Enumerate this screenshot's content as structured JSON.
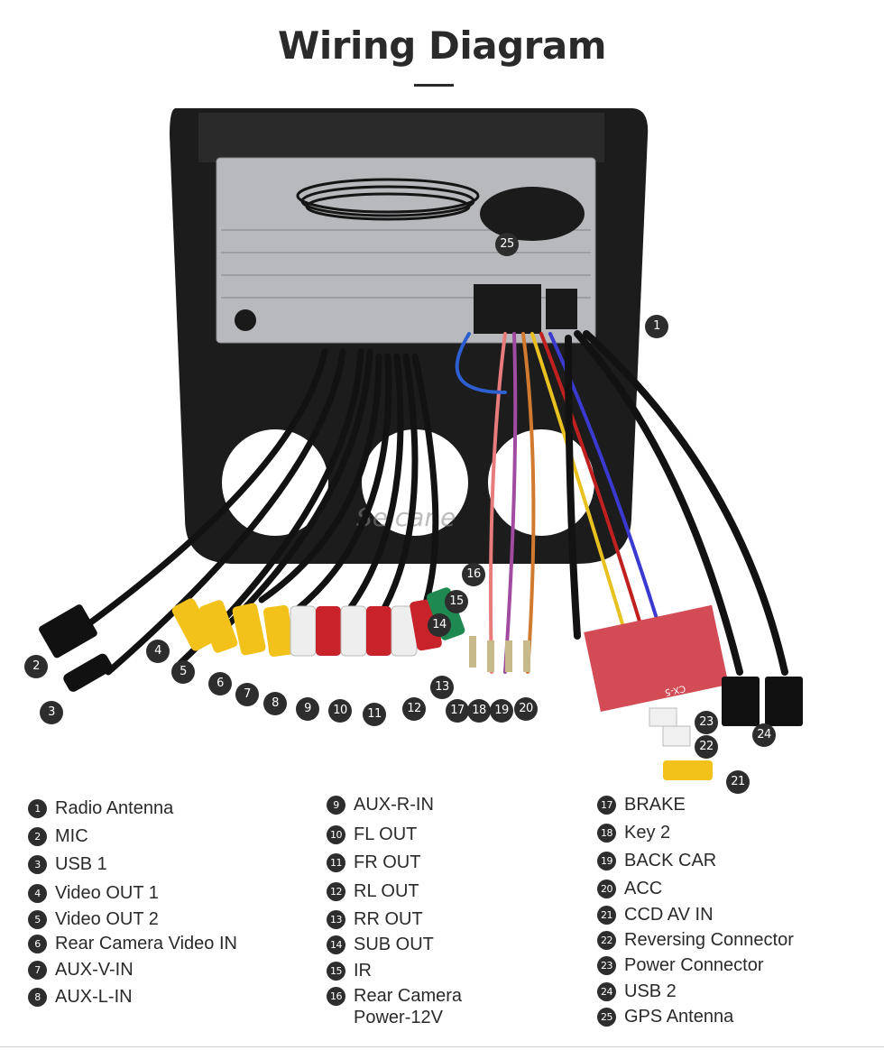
{
  "title": "Wiring Diagram",
  "watermark": "Seicane",
  "box_label": "CX-5",
  "legend": [
    {
      "num": "1",
      "label": "Radio Antenna"
    },
    {
      "num": "2",
      "label": "MIC"
    },
    {
      "num": "3",
      "label": "USB 1"
    },
    {
      "num": "4",
      "label": "Video OUT 1"
    },
    {
      "num": "5",
      "label": "Video OUT 2"
    },
    {
      "num": "6",
      "label": "Rear Camera Video IN"
    },
    {
      "num": "7",
      "label": "AUX-V-IN"
    },
    {
      "num": "8",
      "label": "AUX-L-IN"
    },
    {
      "num": "9",
      "label": "AUX-R-IN"
    },
    {
      "num": "10",
      "label": "FL OUT"
    },
    {
      "num": "11",
      "label": "FR OUT"
    },
    {
      "num": "12",
      "label": "RL OUT"
    },
    {
      "num": "13",
      "label": "RR OUT"
    },
    {
      "num": "14",
      "label": "SUB OUT"
    },
    {
      "num": "15",
      "label": "IR"
    },
    {
      "num": "16",
      "label": "Rear Camera\nPower-12V"
    },
    {
      "num": "17",
      "label": "BRAKE"
    },
    {
      "num": "18",
      "label": "Key 2"
    },
    {
      "num": "19",
      "label": "BACK CAR"
    },
    {
      "num": "20",
      "label": "ACC"
    },
    {
      "num": "21",
      "label": "CCD AV IN"
    },
    {
      "num": "22",
      "label": "Reversing Connector"
    },
    {
      "num": "23",
      "label": "Power Connector"
    },
    {
      "num": "24",
      "label": "USB 2"
    },
    {
      "num": "25",
      "label": "GPS Antenna"
    }
  ],
  "colors": {
    "frame": "#1e1e1e",
    "chassis": "#b7b9bc",
    "rca_yellow": "#f2c21a",
    "rca_red": "#c8232b",
    "rca_white": "#eeeeee",
    "rca_green": "#1e8a52",
    "box_red": "#d24b55",
    "callout": "#2d2d2d"
  }
}
